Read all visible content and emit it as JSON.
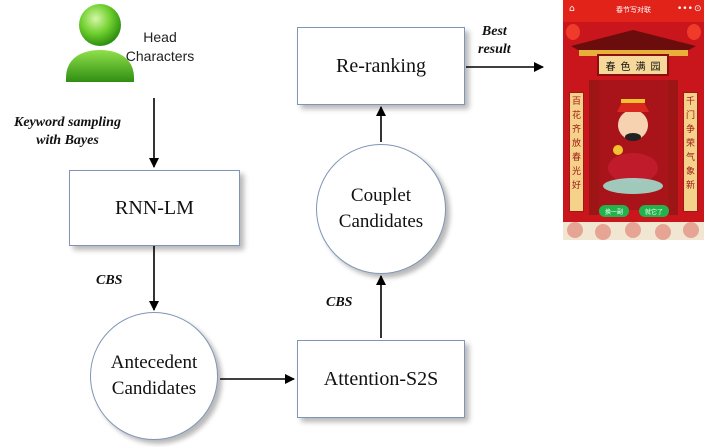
{
  "head": {
    "line1": "Head",
    "line2": "Characters"
  },
  "labels": {
    "keyword_line1": "Keyword sampling",
    "keyword_line2": "with Bayes",
    "cbs_left": "CBS",
    "cbs_right": "CBS",
    "best_line1": "Best",
    "best_line2": "result"
  },
  "nodes": {
    "rnn_lm": "RNN-LM",
    "antecedent_line1": "Antecedent",
    "antecedent_line2": "Candidates",
    "attention_s2s": "Attention-S2S",
    "couplet_line1": "Couplet",
    "couplet_line2": "Candidates",
    "reranking": "Re-ranking"
  },
  "phone": {
    "title": "春节写对联",
    "banner": [
      "春",
      "色",
      "满",
      "园"
    ],
    "left_scroll": [
      "百",
      "花",
      "齐",
      "放",
      "春",
      "光",
      "好"
    ],
    "right_scroll": [
      "千",
      "门",
      "争",
      "荣",
      "气",
      "象",
      "新"
    ],
    "button_left": "换一副",
    "button_right": "就它了",
    "colors": {
      "bar": "#e2231a",
      "background": "#c8161c",
      "button": "#22b34c"
    }
  },
  "colors": {
    "node_border": "#7f95b8",
    "arrow": "#000000"
  }
}
